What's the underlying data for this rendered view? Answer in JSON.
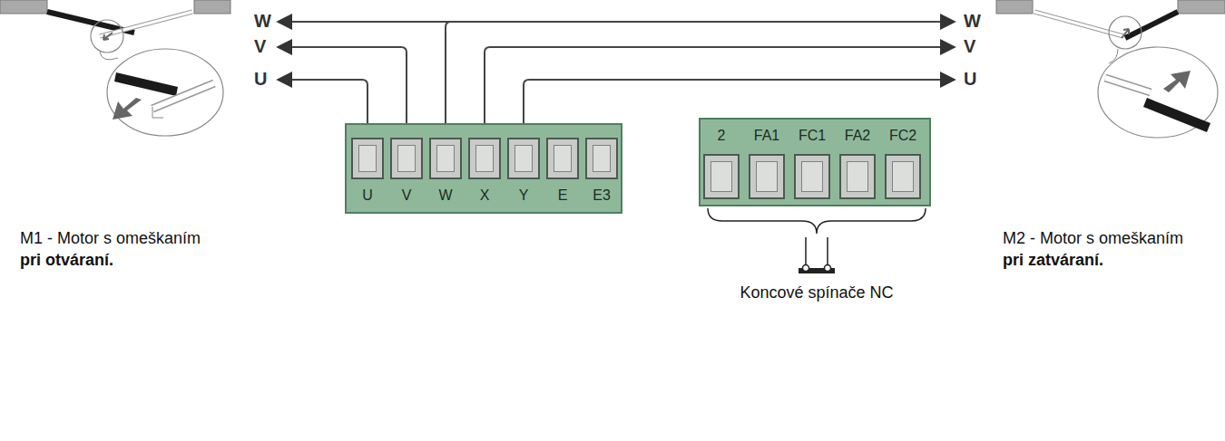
{
  "diagram": {
    "nodes": [
      {
        "text": [
          "U",
          "V",
          "W",
          "X",
          "Y",
          "E",
          "E3"
        ]
      },
      {
        "text": [
          "2",
          "FA1",
          "FC1",
          "FA2",
          "FC2"
        ]
      }
    ],
    "labels": [
      "W",
      "V",
      "U",
      "W",
      "V",
      "U",
      "M1 - Motor s omeškaním",
      "pri otváraní.",
      "Koncové spínače NC",
      "M2 - Motor s omeškaním",
      "pri zatváraní."
    ]
  }
}
